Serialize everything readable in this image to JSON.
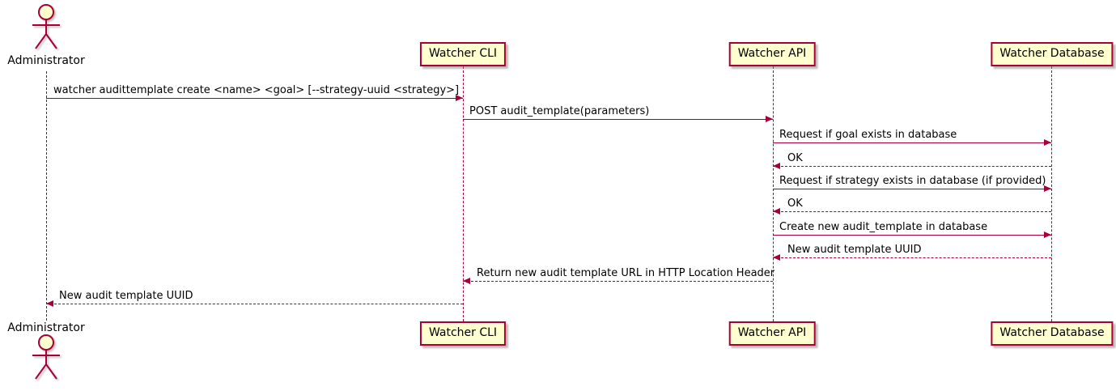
{
  "diagram": {
    "type": "sequence",
    "colors": {
      "accent": "#A80036",
      "participant_fill": "#FEFECE",
      "text": "#000000"
    },
    "actor": {
      "label": "Administrator"
    },
    "participants": [
      {
        "label": "Watcher CLI"
      },
      {
        "label": "Watcher API"
      },
      {
        "label": "Watcher Database"
      }
    ],
    "messages": [
      {
        "from": "Administrator",
        "to": "Watcher CLI",
        "line": "solid",
        "text": "watcher audittemplate create <name> <goal> [--strategy-uuid <strategy>]"
      },
      {
        "from": "Watcher CLI",
        "to": "Watcher API",
        "line": "solid",
        "text": "POST audit_template(parameters)"
      },
      {
        "from": "Watcher API",
        "to": "Watcher Database",
        "line": "solid",
        "text": "Request if goal exists in database"
      },
      {
        "from": "Watcher Database",
        "to": "Watcher API",
        "line": "dashed",
        "text": "OK"
      },
      {
        "from": "Watcher API",
        "to": "Watcher Database",
        "line": "solid",
        "text": "Request if strategy exists in database (if provided)"
      },
      {
        "from": "Watcher Database",
        "to": "Watcher API",
        "line": "dashed",
        "text": "OK"
      },
      {
        "from": "Watcher API",
        "to": "Watcher Database",
        "line": "solid",
        "text": "Create new audit_template in database"
      },
      {
        "from": "Watcher Database",
        "to": "Watcher API",
        "line": "dashed",
        "text": "New audit template UUID"
      },
      {
        "from": "Watcher API",
        "to": "Watcher CLI",
        "line": "dashed",
        "text": "Return new audit template URL in HTTP Location Header"
      },
      {
        "from": "Watcher CLI",
        "to": "Administrator",
        "line": "dashed",
        "text": "New audit template UUID"
      }
    ]
  }
}
